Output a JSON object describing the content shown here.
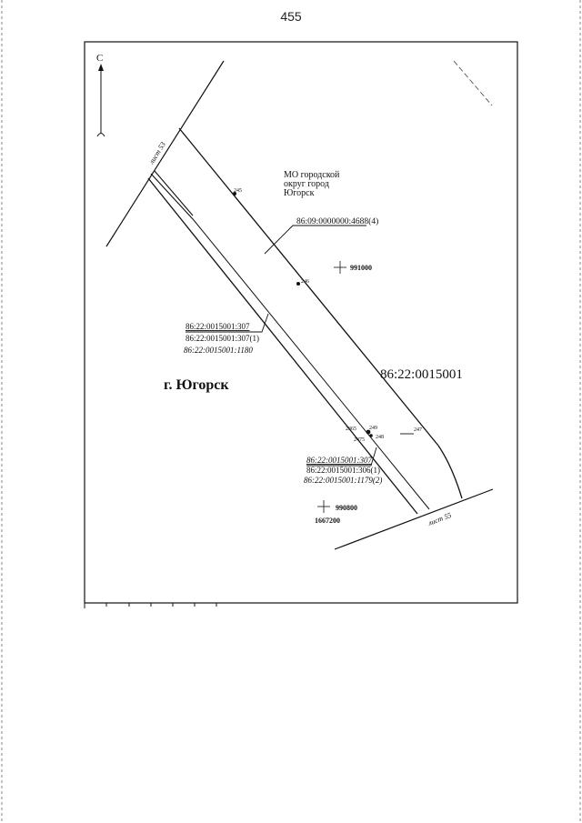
{
  "page_number": "455",
  "north_label": "С",
  "area_label": "МО городской\nокруг город\nЮгорск",
  "parcel_4688": "86:09:0000000:4688(4)",
  "block_label": "86:22:0015001",
  "city_label": "г. Югорск",
  "coords": {
    "x1": "991000",
    "x2": "990800",
    "y1": "1667200"
  },
  "sheets": {
    "top": "лист 53",
    "bottom": "лист 55"
  },
  "points": {
    "p245": "245",
    "p246": "246",
    "p247": "247",
    "p248": "248",
    "p249": "249",
    "p2365": "2365",
    "p2475": "2475"
  },
  "label_group_1": {
    "line1": "86:22:0015001:307",
    "line2": "86:22:0015001:307(1)",
    "line3": "86:22:0015001:1180"
  },
  "label_group_2": {
    "line1": "86:22:0015001:307",
    "line2": "86:22:0015001:306(1)",
    "line3": "86:22:0015001:1179(2)"
  }
}
